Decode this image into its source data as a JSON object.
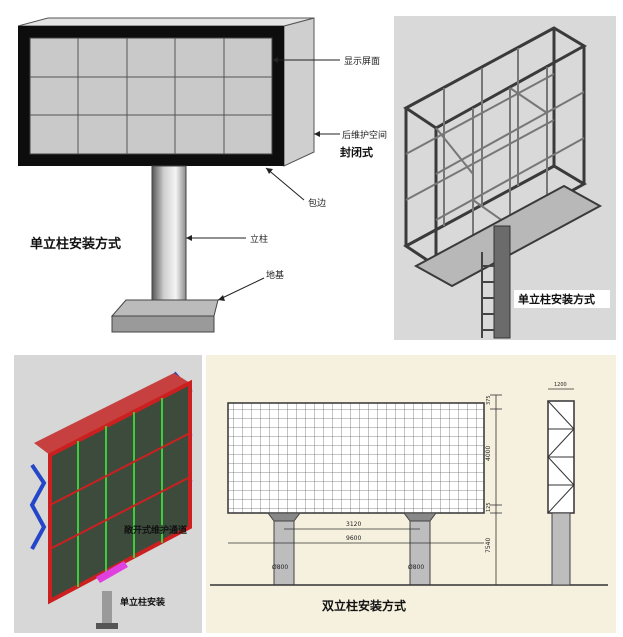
{
  "panel1": {
    "label_display": "显示屏面",
    "label_rear": "后维护空间",
    "label_enclosed": "封闭式",
    "label_edge": "包边",
    "label_column": "立柱",
    "label_foundation": "地基",
    "caption": "单立柱安装方式"
  },
  "panel2": {
    "caption": "单立柱安装方式"
  },
  "panel3": {
    "label_channel": "敞开式维护通道",
    "caption": "单立柱安装"
  },
  "panel4": {
    "caption": "双立柱安装方式",
    "dim_3120": "3120",
    "dim_9600": "9600",
    "dim_375": "375",
    "dim_4000": "4000",
    "dim_125": "125",
    "dim_7540": "7540",
    "dim_d800_left": "Ø800",
    "dim_d800_right": "Ø800",
    "dim_1200": "1200"
  }
}
